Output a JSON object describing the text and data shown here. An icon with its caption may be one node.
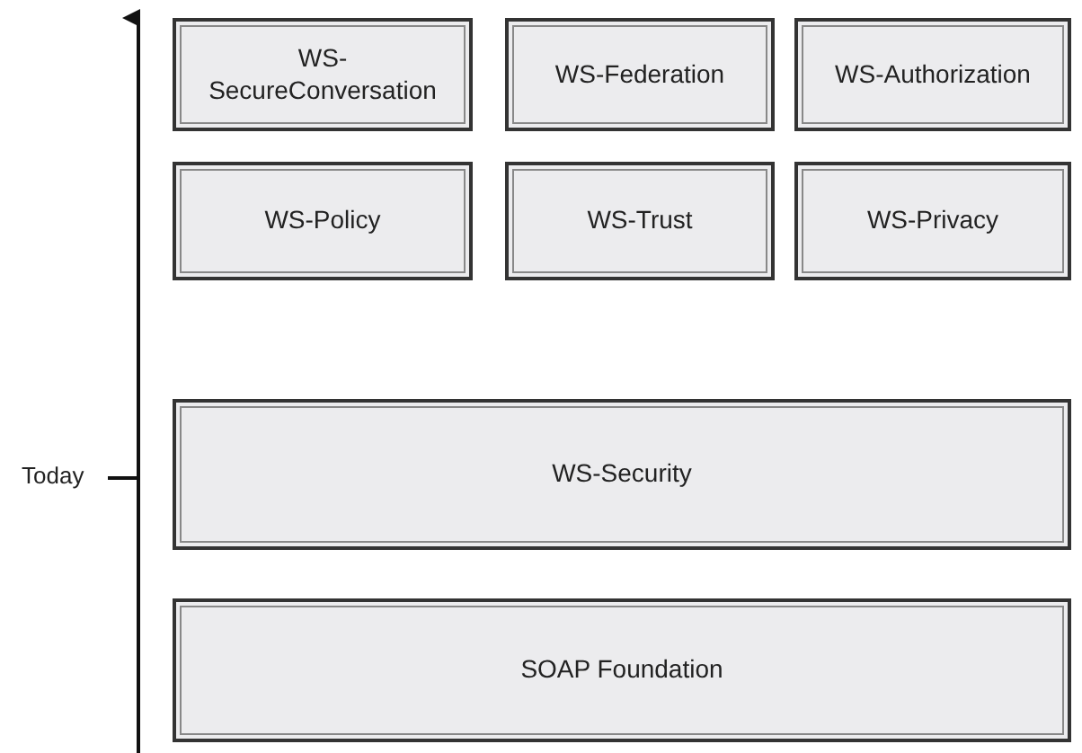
{
  "diagram": {
    "nodes": [
      {
        "text": [
          "WS-SecureConversation"
        ]
      },
      {
        "text": [
          "WS-Federation"
        ]
      },
      {
        "text": [
          "WS-Authorization"
        ]
      },
      {
        "text": [
          "WS-Policy"
        ]
      },
      {
        "text": [
          "WS-Trust"
        ]
      },
      {
        "text": [
          "WS-Privacy"
        ]
      },
      {
        "text": [
          "WS-Security"
        ]
      },
      {
        "text": [
          "SOAP Foundation"
        ]
      }
    ],
    "labels": [
      "Today"
    ]
  }
}
